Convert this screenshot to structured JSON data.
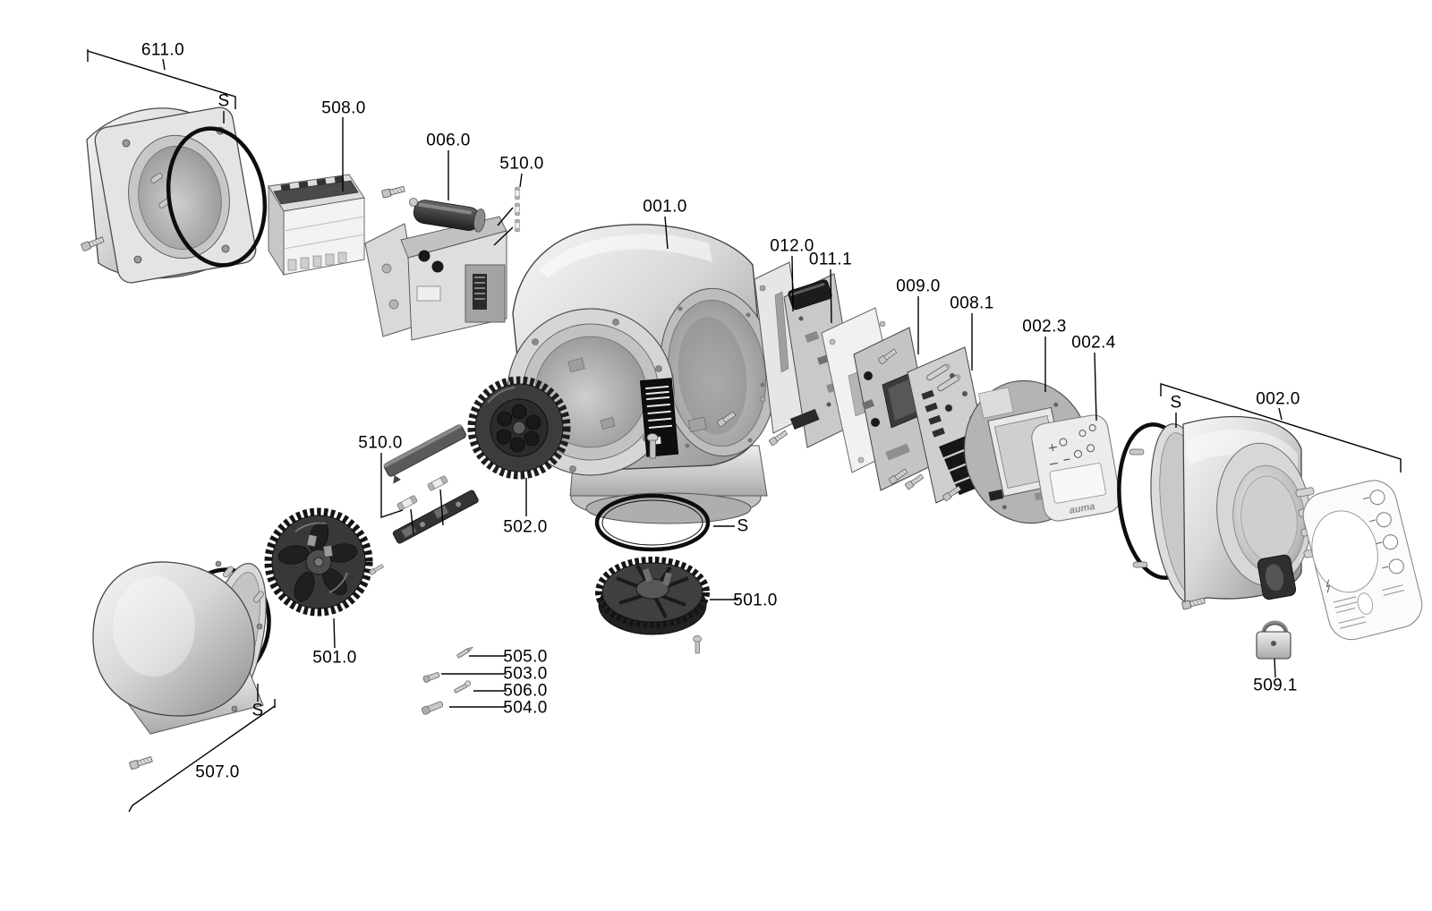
{
  "diagram": {
    "background": "#ffffff",
    "line_color": "#000000",
    "label_color": "#000000",
    "brand_text": "auma",
    "callouts": [
      {
        "text": "611.0"
      },
      {
        "text": "S"
      },
      {
        "text": "508.0"
      },
      {
        "text": "006.0"
      },
      {
        "text": "510.0"
      },
      {
        "text": "001.0"
      },
      {
        "text": "012.0"
      },
      {
        "text": "011.1"
      },
      {
        "text": "009.0"
      },
      {
        "text": "008.1"
      },
      {
        "text": "002.3"
      },
      {
        "text": "002.4"
      },
      {
        "text": "S"
      },
      {
        "text": "002.0"
      },
      {
        "text": "510.0"
      },
      {
        "text": "502.0"
      },
      {
        "text": "S"
      },
      {
        "text": "501.0"
      },
      {
        "text": "501.0"
      },
      {
        "text": "505.0"
      },
      {
        "text": "503.0"
      },
      {
        "text": "506.0"
      },
      {
        "text": "504.0"
      },
      {
        "text": "S"
      },
      {
        "text": "507.0"
      },
      {
        "text": "509.1"
      }
    ]
  }
}
